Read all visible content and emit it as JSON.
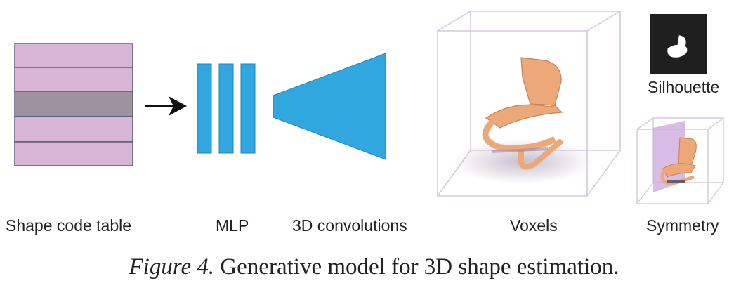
{
  "colors": {
    "table_row": "#d8b4d6",
    "table_row_highlight": "#9e929e",
    "table_border": "#5a5a78",
    "network_blue": "#30a7df",
    "chair_orange": "#eca878",
    "voxel_box": "#d6c8dc",
    "silhouette_bg": "#1f1f1f",
    "symmetry_plane": "#c9a6dc",
    "text": "#222222"
  },
  "icons": {
    "arrow": "right-arrow-icon",
    "chair": "chair-icon"
  },
  "labels": {
    "shape_code_table": "Shape code table",
    "mlp": "MLP",
    "conv3d": "3D convolutions",
    "voxels": "Voxels",
    "silhouette": "Silhouette",
    "symmetry": "Symmetry"
  },
  "caption": {
    "figure_label": "Figure 4.",
    "text": "Generative model for 3D shape estimation."
  }
}
